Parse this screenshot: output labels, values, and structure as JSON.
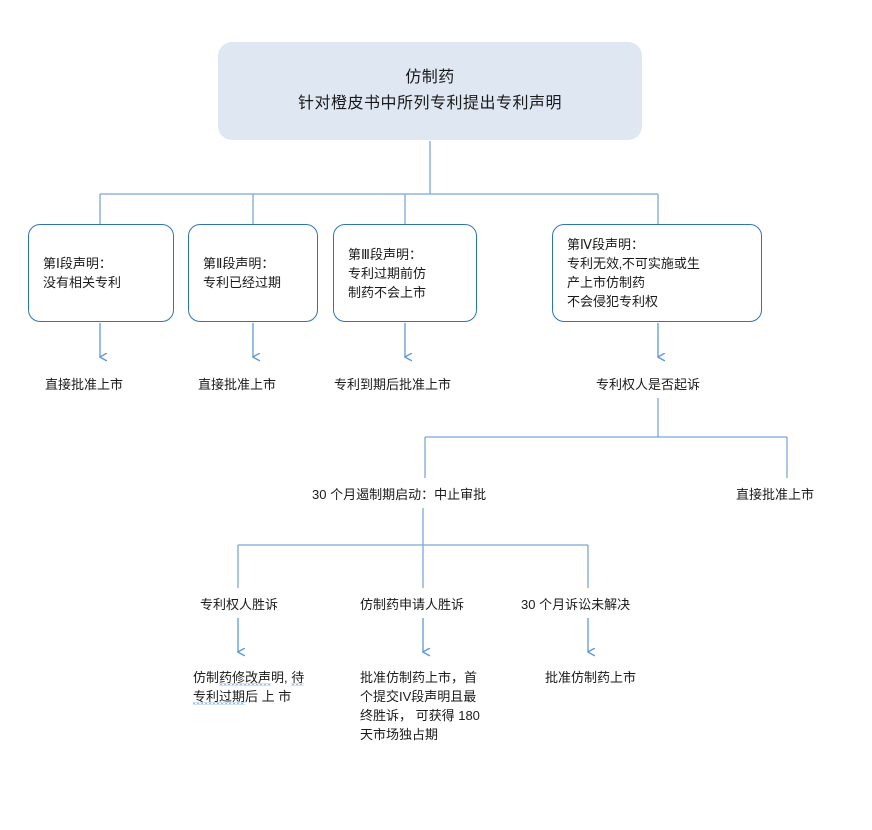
{
  "diagram": {
    "title_line1": "仿制药",
    "title_line2": "针对橙皮书中所列专利提出专利声明",
    "colors": {
      "root_fill": "#DEE7F2",
      "box_border": "#2E75B6",
      "connector": "#7BA7D7",
      "arrow": "#5B9BD5",
      "text": "#1a1a1a"
    },
    "statements": [
      {
        "id": "paragraph-i",
        "text": "第Ⅰ段声明：\n没有相关专利"
      },
      {
        "id": "paragraph-ii",
        "text": "第Ⅱ段声明：\n专利已经过期"
      },
      {
        "id": "paragraph-iii",
        "text": "第Ⅲ段声明：\n专利过期前仿\n制药不会上市"
      },
      {
        "id": "paragraph-iv",
        "text": "第Ⅳ段声明：\n专利无效‚不可实施或生\n产上市仿制药\n不会侵犯专利权"
      }
    ],
    "outcomes": [
      {
        "id": "outcome-i",
        "text": "直接批准上市"
      },
      {
        "id": "outcome-ii",
        "text": "直接批准上市"
      },
      {
        "id": "outcome-iii",
        "text": "专利到期后批准上市"
      },
      {
        "id": "outcome-iv",
        "text": "专利权人是否起诉"
      }
    ],
    "suit_branch": {
      "stay_label": "30 个月遏制期启动：中止审批",
      "no_suit_label": "直接批准上市"
    },
    "litigation_results": [
      {
        "id": "patentee-wins",
        "text": "专利权人胜诉"
      },
      {
        "id": "applicant-wins",
        "text": "仿制药申请人胜诉"
      },
      {
        "id": "unresolved",
        "text": "30 个月诉讼未解决"
      }
    ],
    "final_outcomes": [
      {
        "id": "amend-statement",
        "segments": [
          {
            "text": "仿制",
            "mark": false
          },
          {
            "text": "药修改声",
            "mark": true
          },
          {
            "text": "明, ",
            "mark": false
          },
          {
            "text": "待专利过期",
            "mark": true
          },
          {
            "text": "后 上 市",
            "mark": false
          }
        ]
      },
      {
        "id": "approve-with-exclusivity",
        "text": "批准仿制药上市，首个提交IV段声明且最终胜诉， 可获得 180 天市场独占期"
      },
      {
        "id": "approve-generic",
        "text": "批准仿制药上市"
      }
    ]
  }
}
